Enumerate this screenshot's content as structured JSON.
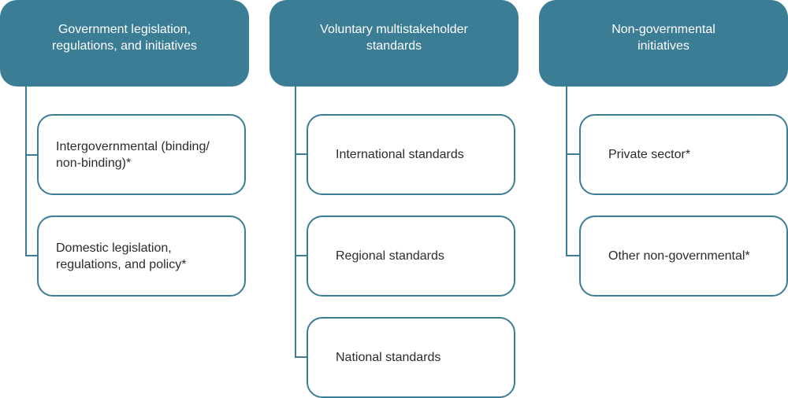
{
  "columns": [
    {
      "header": "Government legislation,\nregulations, and initiatives",
      "items": [
        "Intergovernmental (binding/\nnon-binding)*",
        "Domestic legislation,\nregulations, and policy*"
      ]
    },
    {
      "header": "Voluntary multistakeholder\nstandards",
      "items": [
        "International standards",
        "Regional standards",
        "National standards"
      ]
    },
    {
      "header": "Non-governmental\ninitiatives",
      "items": [
        "Private sector*",
        "Other non-governmental*"
      ]
    }
  ],
  "colors": {
    "accent": "#3b7d95",
    "text": "#2b2b2b",
    "background": "#ffffff"
  }
}
